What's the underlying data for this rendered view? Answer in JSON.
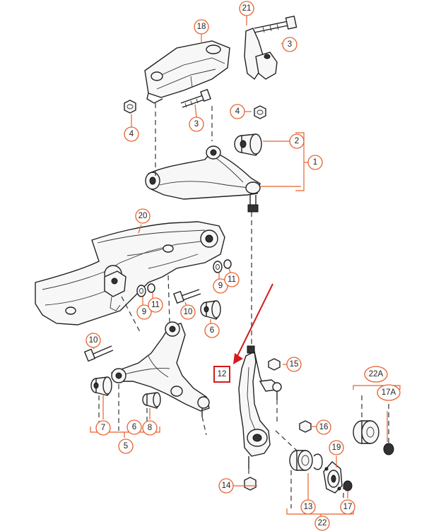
{
  "accent_color": "#e8602c",
  "highlight_color": "#d41a1a",
  "callouts": {
    "c21": "21",
    "c18": "18",
    "c3a": "3",
    "c3b": "3",
    "c4a": "4",
    "c4b": "4",
    "c2": "2",
    "c1": "1",
    "c20": "20",
    "c9a": "9",
    "c11a": "11",
    "c9b": "9",
    "c11b": "11",
    "c10a": "10",
    "c6a": "6",
    "c10b": "10",
    "c15": "15",
    "c12": "12",
    "c16": "16",
    "c7": "7",
    "c6b": "6",
    "c8": "8",
    "c5": "5",
    "c22A": "22A",
    "c17A": "17A",
    "c19": "19",
    "c14": "14",
    "c13": "13",
    "c17b": "17",
    "c22": "22"
  }
}
